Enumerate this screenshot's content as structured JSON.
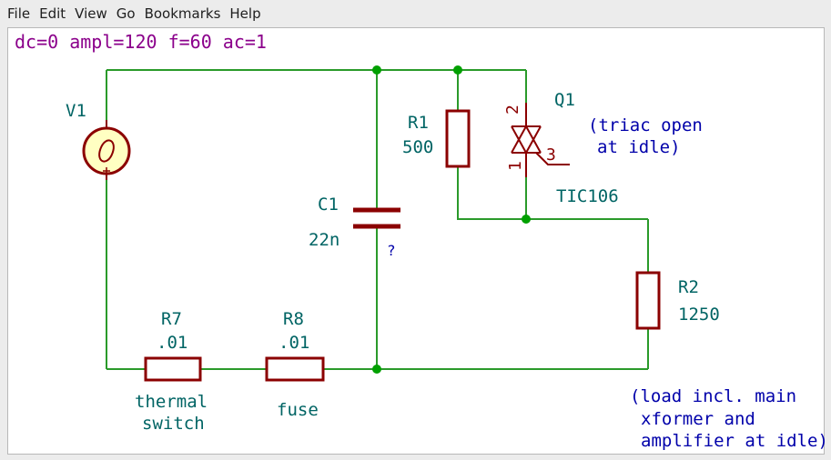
{
  "menubar": {
    "items": [
      "File",
      "Edit",
      "View",
      "Go",
      "Bookmarks",
      "Help"
    ]
  },
  "schematic": {
    "sim_directive": "dc=0 ampl=120 f=60 ac=1",
    "v1": {
      "ref": "V1"
    },
    "c1": {
      "ref": "C1",
      "value": "22n",
      "note": "?"
    },
    "r1": {
      "ref": "R1",
      "value": "500"
    },
    "q1": {
      "ref": "Q1",
      "value": "TIC106",
      "pin_anode": "2",
      "pin_cathode": "1",
      "pin_gate": "3"
    },
    "triac_note": {
      "line1": "(triac open",
      "line2": "at idle)"
    },
    "r2": {
      "ref": "R2",
      "value": "1250"
    },
    "r7": {
      "ref": "R7",
      "value": ".01",
      "label_line1": "thermal",
      "label_line2": "switch"
    },
    "r8": {
      "ref": "R8",
      "value": ".01",
      "label": "fuse"
    },
    "load_note": {
      "line1": "(load incl. main",
      "line2": "xformer and",
      "line3": "amplifier at idle)"
    }
  },
  "colors": {
    "wire": "#2a9a2a",
    "component": "#8b0000",
    "ref_text": "#006464",
    "note_text": "#0000aa",
    "directive_text": "#8b008b",
    "source_fill": "#ffffc2",
    "junction": "#00a000"
  }
}
